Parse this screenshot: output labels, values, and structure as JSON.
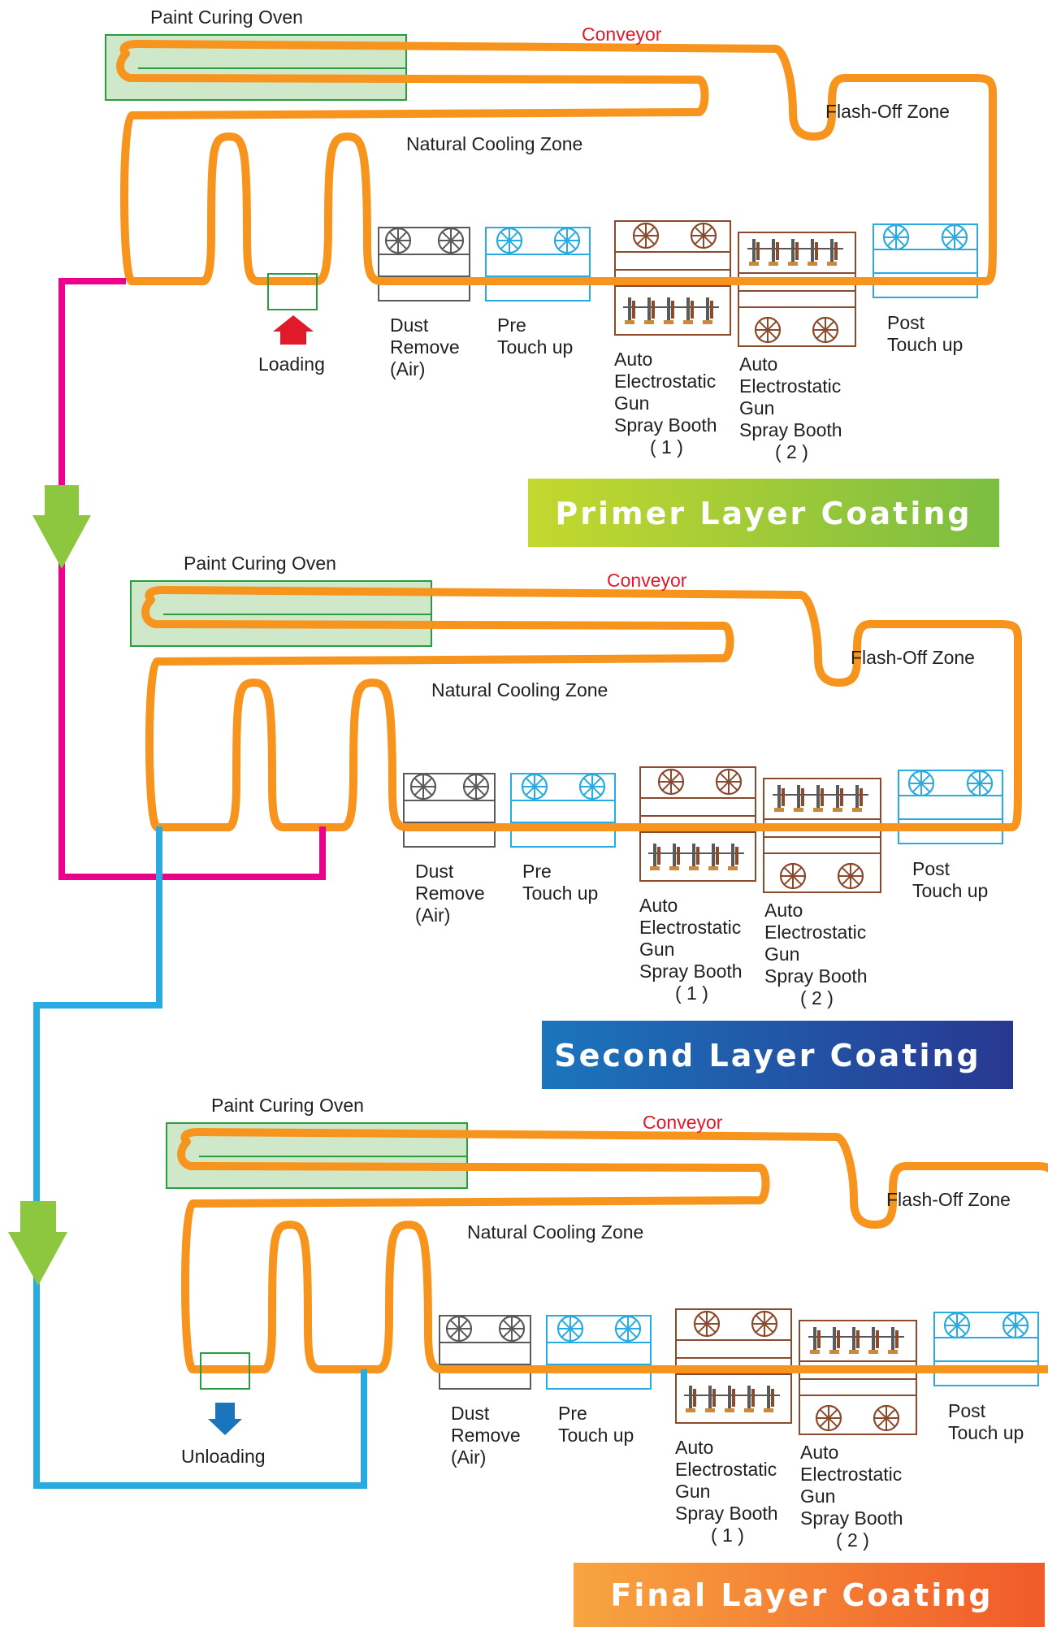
{
  "colors": {
    "conveyor": "#f7941d",
    "oven_fill": "#cfe8c9",
    "oven_stroke": "#2a9d3e",
    "dust_station": "#5a5a5a",
    "touchup_station": "#29abe2",
    "spray_booth": "#8b4a2b",
    "transfer_magenta": "#ec008c",
    "transfer_blue": "#29abe2",
    "loading_arrow": "#e0192b",
    "unloading_arrow": "#1b75bc",
    "flow_arrow": "#8dc63f"
  },
  "sections": [
    {
      "id": "primer",
      "oven_label": "Paint Curing Oven",
      "conveyor_label": "Conveyor",
      "flash_off_label": "Flash-Off Zone",
      "cooling_label": "Natural Cooling Zone",
      "dust_label": [
        "Dust",
        "Remove",
        "(Air)"
      ],
      "pre_touch_label": [
        "Pre",
        "Touch up"
      ],
      "booth1_label": [
        "Auto",
        "Electrostatic",
        "Gun",
        "Spray Booth",
        "( 1 )"
      ],
      "booth2_label": [
        "Auto",
        "Electrostatic",
        "Gun",
        "Spray Booth",
        "( 2 )"
      ],
      "post_touch_label": [
        "Post",
        "Touch up"
      ],
      "banner_text": "Primer Layer Coating",
      "banner_colors": [
        "#c4d82e",
        "#7bbd42"
      ],
      "station_label": "Loading"
    },
    {
      "id": "second",
      "oven_label": "Paint Curing Oven",
      "conveyor_label": "Conveyor",
      "flash_off_label": "Flash-Off Zone",
      "cooling_label": "Natural Cooling Zone",
      "dust_label": [
        "Dust",
        "Remove",
        "(Air)"
      ],
      "pre_touch_label": [
        "Pre",
        "Touch up"
      ],
      "booth1_label": [
        "Auto",
        "Electrostatic",
        "Gun",
        "Spray Booth",
        "( 1 )"
      ],
      "booth2_label": [
        "Auto",
        "Electrostatic",
        "Gun",
        "Spray Booth",
        "( 2 )"
      ],
      "post_touch_label": [
        "Post",
        "Touch up"
      ],
      "banner_text": "Second Layer Coating",
      "banner_colors": [
        "#1b75bc",
        "#283891"
      ],
      "station_label": ""
    },
    {
      "id": "final",
      "oven_label": "Paint Curing Oven",
      "conveyor_label": "Conveyor",
      "flash_off_label": "Flash-Off Zone",
      "cooling_label": "Natural Cooling Zone",
      "dust_label": [
        "Dust",
        "Remove",
        "(Air)"
      ],
      "pre_touch_label": [
        "Pre",
        "Touch up"
      ],
      "booth1_label": [
        "Auto",
        "Electrostatic",
        "Gun",
        "Spray Booth",
        "( 1 )"
      ],
      "booth2_label": [
        "Auto",
        "Electrostatic",
        "Gun",
        "Spray Booth",
        "( 2 )"
      ],
      "post_touch_label": [
        "Post",
        "Touch up"
      ],
      "banner_text": "Final Layer Coating",
      "banner_colors": [
        "#f7a541",
        "#f15a29"
      ],
      "station_label": "Unloading"
    }
  ]
}
